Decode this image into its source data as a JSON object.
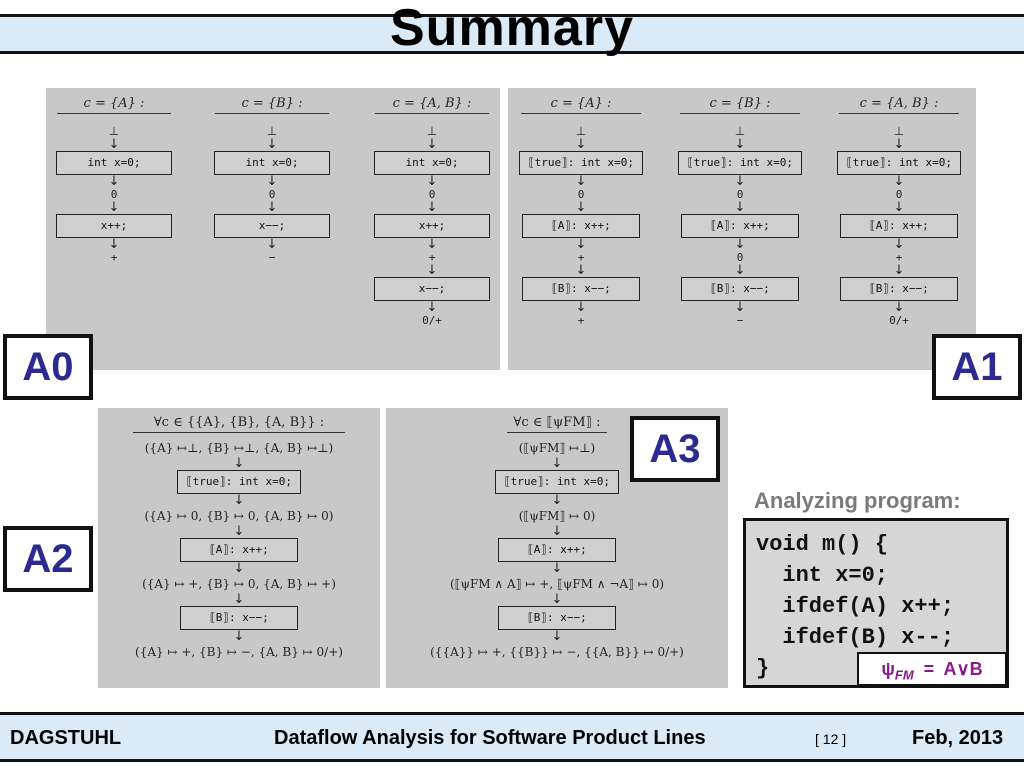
{
  "slide": {
    "title": "Summary"
  },
  "labels": {
    "a0": "A0",
    "a1": "A1",
    "a2": "A2",
    "a3": "A3"
  },
  "a0": {
    "columns": [
      {
        "header": "c = {A} :",
        "bottom": "⊥",
        "box1": "int x=0;",
        "v1": "0",
        "box2": "x++;",
        "v2": "+"
      },
      {
        "header": "c = {B} :",
        "bottom": "⊥",
        "box1": "int x=0;",
        "v1": "0",
        "box2": "x−−;",
        "v2": "−"
      },
      {
        "header": "c = {A, B} :",
        "bottom": "⊥",
        "box1": "int x=0;",
        "v1": "0",
        "box2": "x++;",
        "v2": "+",
        "box3": "x−−;",
        "v3": "0/+"
      }
    ]
  },
  "a1": {
    "columns": [
      {
        "header": "c = {A} :",
        "bottom": "⊥",
        "box1": "⟦true⟧: int x=0;",
        "v1": "0",
        "box2": "⟦A⟧:  x++;",
        "v2": "+",
        "box3": "⟦B⟧:  x−−;",
        "v3": "+"
      },
      {
        "header": "c = {B} :",
        "bottom": "⊥",
        "box1": "⟦true⟧: int x=0;",
        "v1": "0",
        "box2": "⟦A⟧:  x++;",
        "v2": "0",
        "box3": "⟦B⟧:  x−−;",
        "v3": "−"
      },
      {
        "header": "c = {A, B} :",
        "bottom": "⊥",
        "box1": "⟦true⟧: int x=0;",
        "v1": "0",
        "box2": "⟦A⟧:  x++;",
        "v2": "+",
        "box3": "⟦B⟧:  x−−;",
        "v3": "0/+"
      }
    ]
  },
  "a2": {
    "header": "∀c ∈ {{A}, {B}, {A, B}} :",
    "s0": "({A} ↦⊥, {B} ↦⊥, {A, B} ↦⊥)",
    "box1": "⟦true⟧: int x=0;",
    "s1": "({A} ↦ 0, {B} ↦ 0, {A, B} ↦ 0)",
    "box2": "⟦A⟧:  x++;",
    "s2": "({A} ↦ +, {B} ↦ 0, {A, B} ↦ +)",
    "box3": "⟦B⟧:  x−−;",
    "s3": "({A} ↦ +, {B} ↦ −, {A, B} ↦ 0/+)"
  },
  "a3": {
    "header": "∀c ∈ ⟦ψFM⟧ :",
    "s0": "(⟦ψFM⟧ ↦⊥)",
    "box1": "⟦true⟧: int x=0;",
    "s1": "(⟦ψFM⟧ ↦ 0)",
    "box2": "⟦A⟧:  x++;",
    "s2": "(⟦ψFM ∧ A⟧ ↦ +, ⟦ψFM ∧ ¬A⟧ ↦ 0)",
    "box3": "⟦B⟧:  x−−;",
    "s3": "({{A}} ↦ +, {{B}} ↦ −, {{A, B}} ↦ 0/+)"
  },
  "program": {
    "heading": "Analyzing program:",
    "lines": [
      "void m() {",
      "  int x=0;",
      "  ifdef(A) x++;",
      "  ifdef(B) x--;",
      "}"
    ],
    "psi_symbol": "ψ",
    "psi_sub": "FM",
    "psi_rest": "  =  A∨B"
  },
  "footer": {
    "left": "DAGSTUHL",
    "center": "Dataflow Analysis for Software Product Lines",
    "page": "[ 12 ]",
    "date": "Feb, 2013"
  }
}
